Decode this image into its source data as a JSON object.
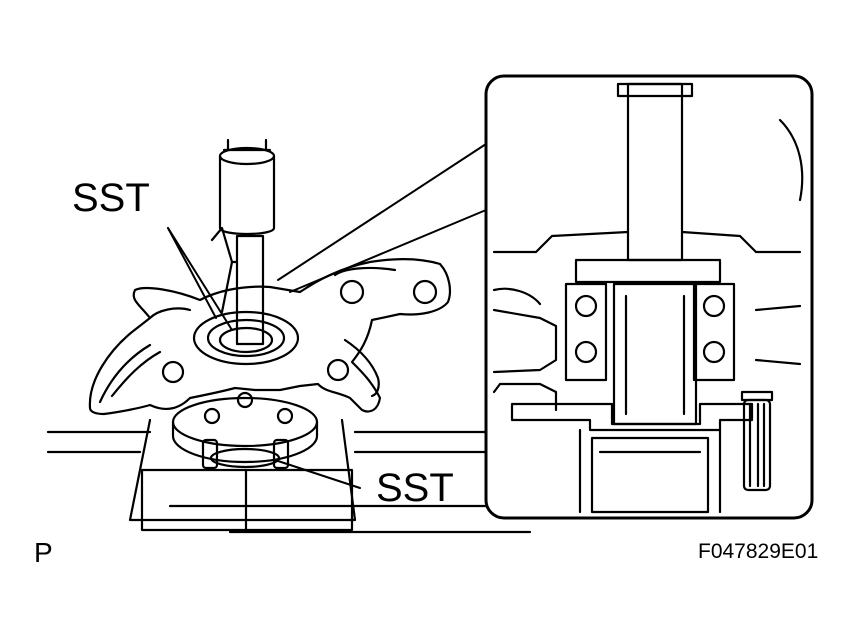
{
  "labels": {
    "sst_top": "SST",
    "sst_bottom": "SST",
    "corner_mark": "P",
    "figure_code": "F047829E01"
  },
  "colors": {
    "ink": "#000000",
    "paper": "#ffffff"
  }
}
